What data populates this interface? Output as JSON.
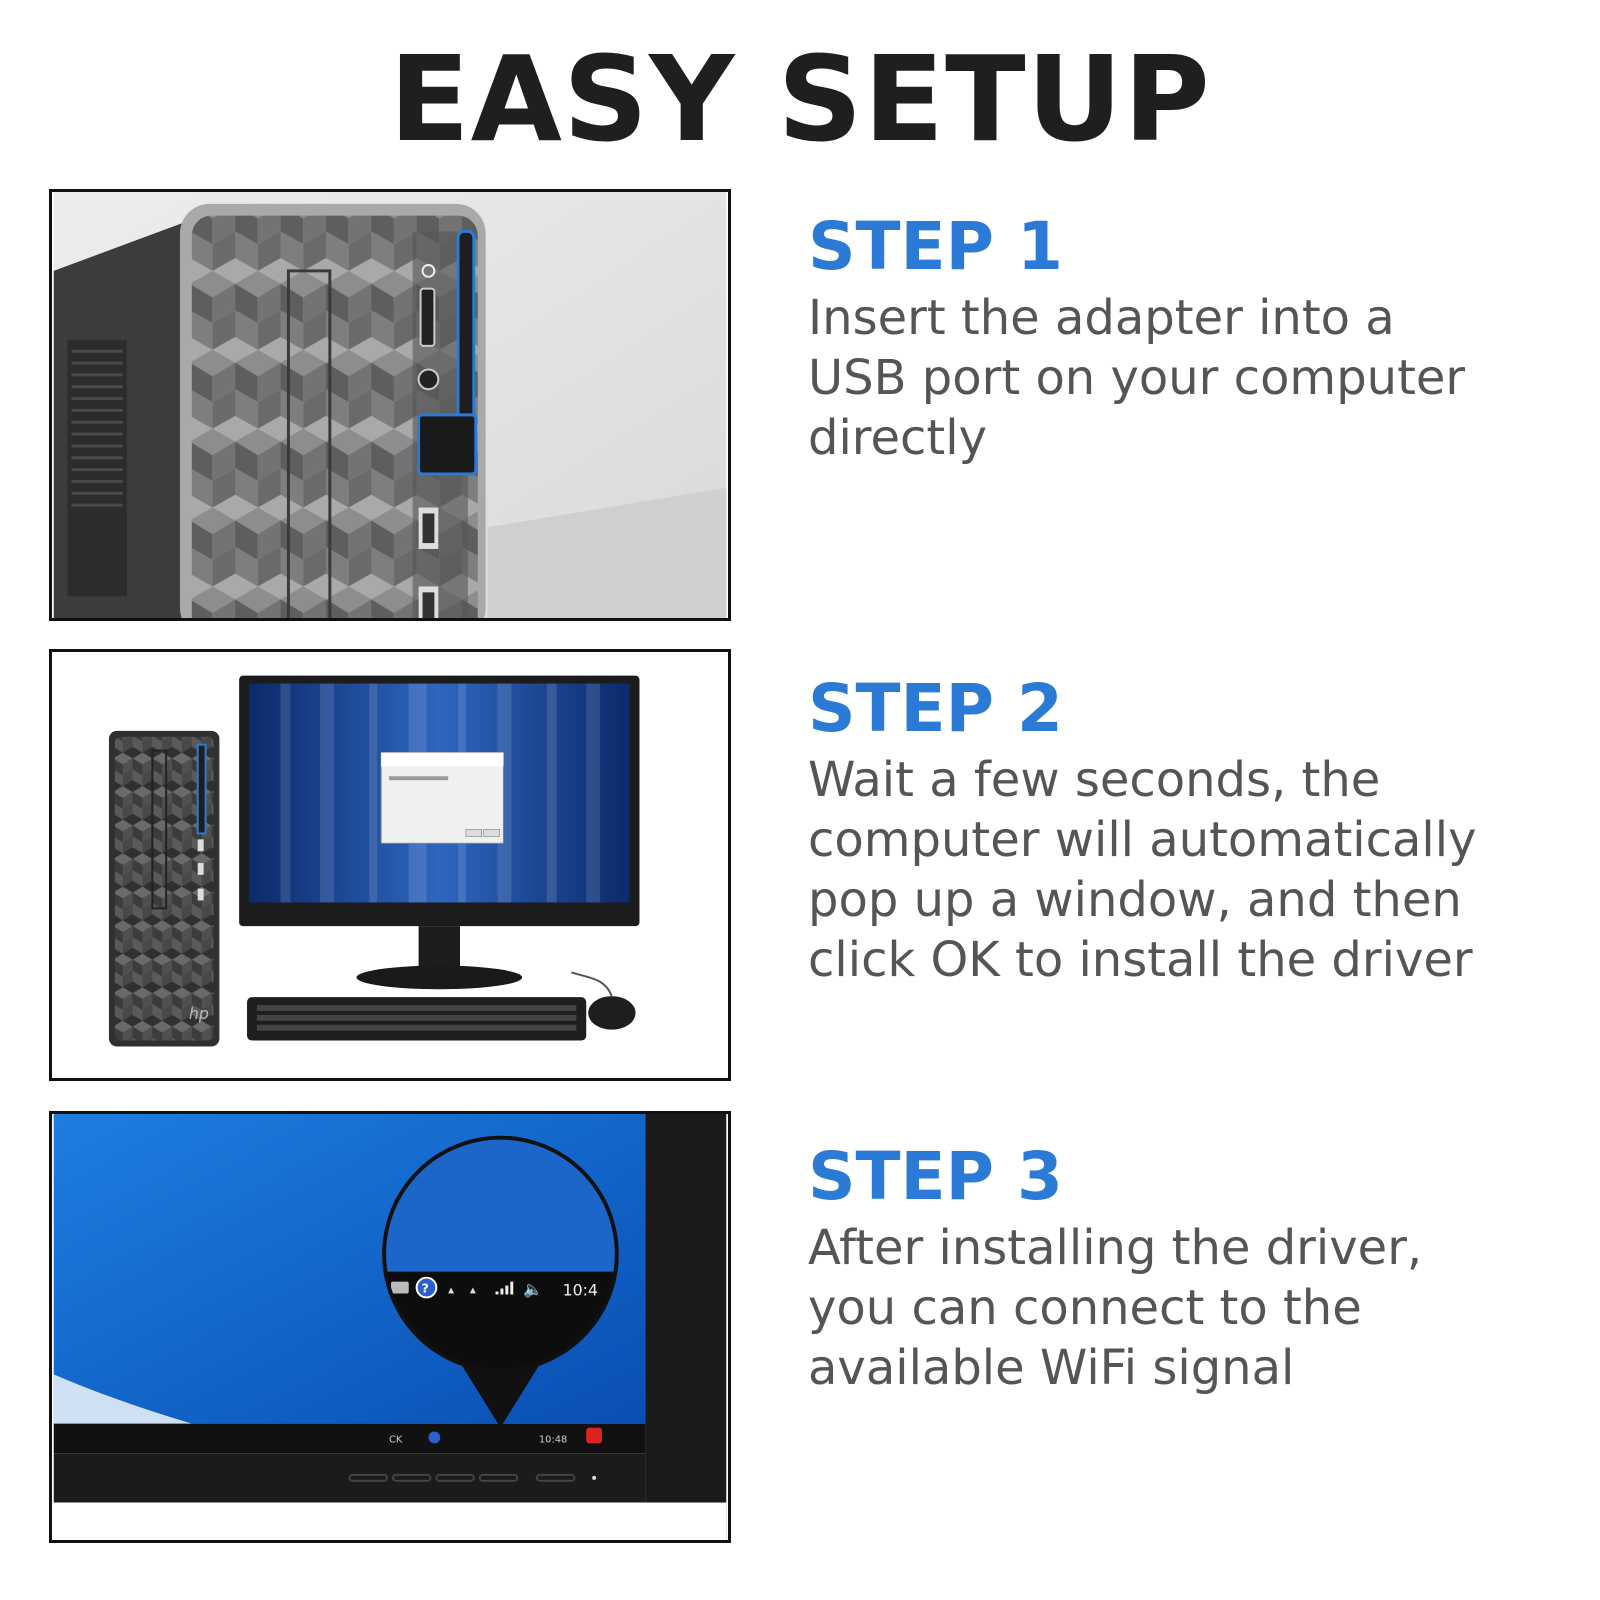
{
  "title": "EASY SETUP",
  "colors": {
    "accent": "#2b7bd6",
    "text": "#555555",
    "title": "#1f1f1f"
  },
  "steps": [
    {
      "title": "STEP 1",
      "lines": [
        "Insert the adapter into a",
        "USB port on your computer",
        "directly"
      ]
    },
    {
      "title": "STEP 2",
      "lines": [
        "Wait a few seconds, the",
        "computer will automatically",
        "pop up a window, and then",
        "click OK to install the driver"
      ]
    },
    {
      "title": "STEP 3",
      "lines": [
        "After installing the driver,",
        "you can connect to the",
        "available WiFi signal"
      ]
    }
  ],
  "panel3": {
    "clock_zoomed": "10:4",
    "clock_taskbar": "10:48",
    "taskbar_lang": "CK"
  },
  "panel2": {
    "brand": "hp"
  }
}
